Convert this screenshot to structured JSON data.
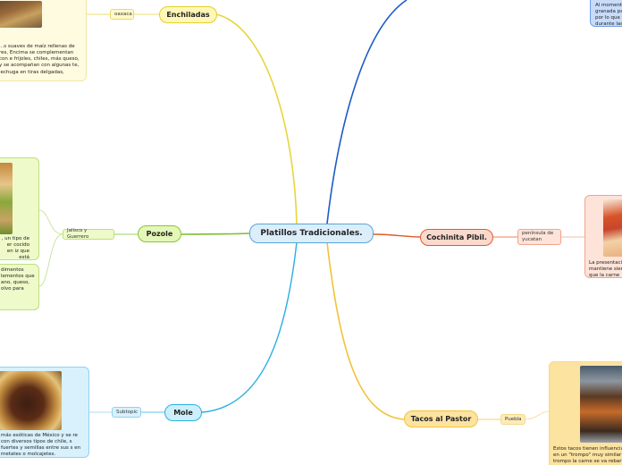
{
  "central": {
    "label": "Platillos Tradicionales."
  },
  "topics": {
    "enchiladas": {
      "label": "Enchiladas",
      "tag": "oaxaca",
      "note": "...s suaves de maíz rellenas de res, Encima se complementan con e frijoles, chiles, más queso, y se acompañan con algunas te, lechuga en tiras delgadas,"
    },
    "pozole": {
      "label": "Pozole",
      "tag": "Jalisco y Guerrero",
      "note": ", un tipo de er cocido en iz que está",
      "note2": "dimentos lementos que ano, queso, olvo para"
    },
    "mole": {
      "label": "Mole",
      "tag": "Subtopic",
      "note": "más exóticas de México y se re con diversos tipos de chile, s fuertes y semillas entre sus s en metates o molcajetes."
    },
    "cochinita": {
      "label": "Cochinita Pibil.",
      "tag": "península de yucatan",
      "note": "La presentaci mantiene sien que la carne"
    },
    "tacos": {
      "label": "Tacos al Pastor",
      "tag": "Puebla",
      "note": "Estos tacos tienen influencia en un \"trompo\" muy similar trompo la carne se va rebar"
    },
    "top_right": {
      "note": "Al moment granada pa por lo que durante las"
    }
  },
  "colors": {
    "enchiladas_line": "#e8d53a",
    "pozole_line": "#7bbf2a",
    "mole_line": "#2bb0e0",
    "cochinita_line": "#e35a2a",
    "tacos_line": "#f2c23a",
    "top_line": "#1c5cc7"
  }
}
